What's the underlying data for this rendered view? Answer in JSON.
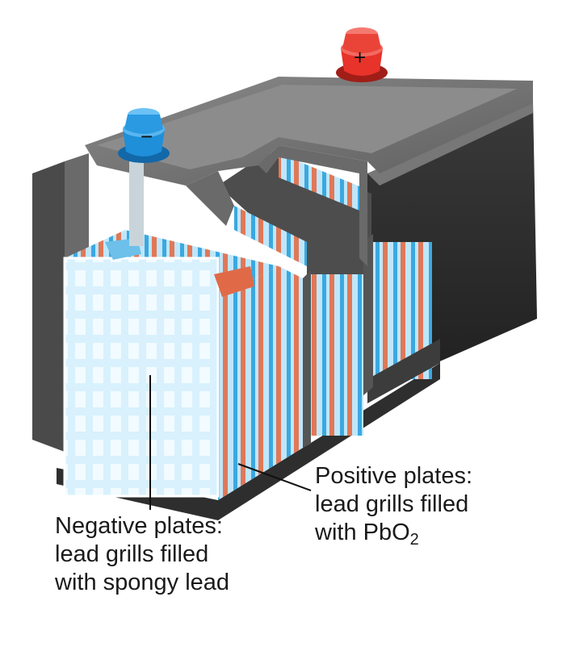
{
  "diagram": {
    "terminals": {
      "negative_symbol": "−",
      "positive_symbol": "+"
    },
    "colors": {
      "negative": "#1e8fd8",
      "positive": "#e8332a",
      "case": "#5a5a5a",
      "plate_blue": "#bfe6fa",
      "plate_red": "#e87a5a"
    },
    "labels": {
      "negative": {
        "line1": "Negative plates:",
        "line2": "lead grills filled",
        "line3": "with spongy lead"
      },
      "positive": {
        "line1": "Positive plates:",
        "line2": "lead grills filled",
        "line3_prefix": "with PbO",
        "line3_sub": "2"
      }
    }
  }
}
